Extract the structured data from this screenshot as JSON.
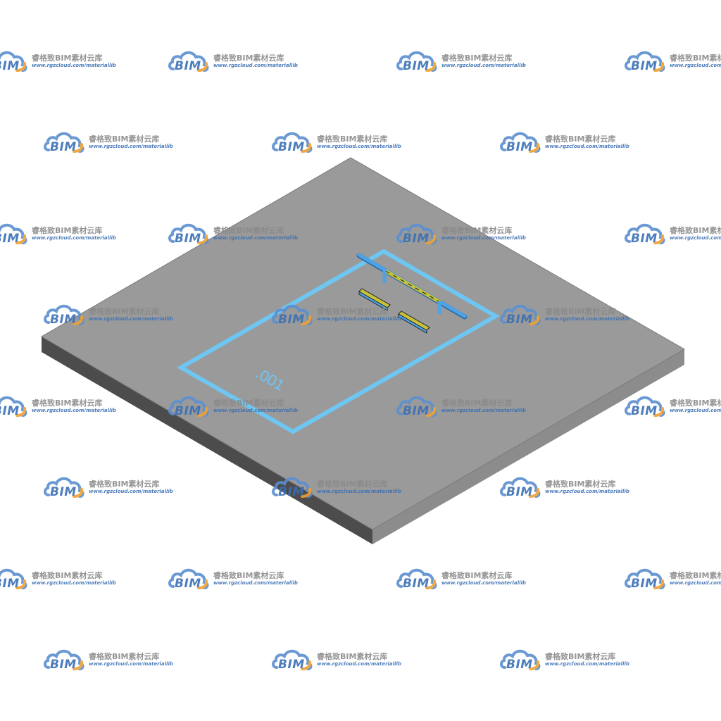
{
  "scene": {
    "room_tag": ".001",
    "colors": {
      "slab_top": "#9a9a9a",
      "slab_left": "#4c4c4c",
      "slab_right": "#8c8c8c",
      "room_outline": "#6ec6f3",
      "rail_blue": "#4da3e6",
      "rail_yellow": "#c8c23a"
    }
  },
  "watermark": {
    "logo_text": "BIM",
    "site_name": "睿格致BIM素材云库",
    "url": "www.rgzcloud.com/materiallib",
    "colors": {
      "cloud": "#5b8fd0",
      "accent": "#f0a030"
    }
  }
}
